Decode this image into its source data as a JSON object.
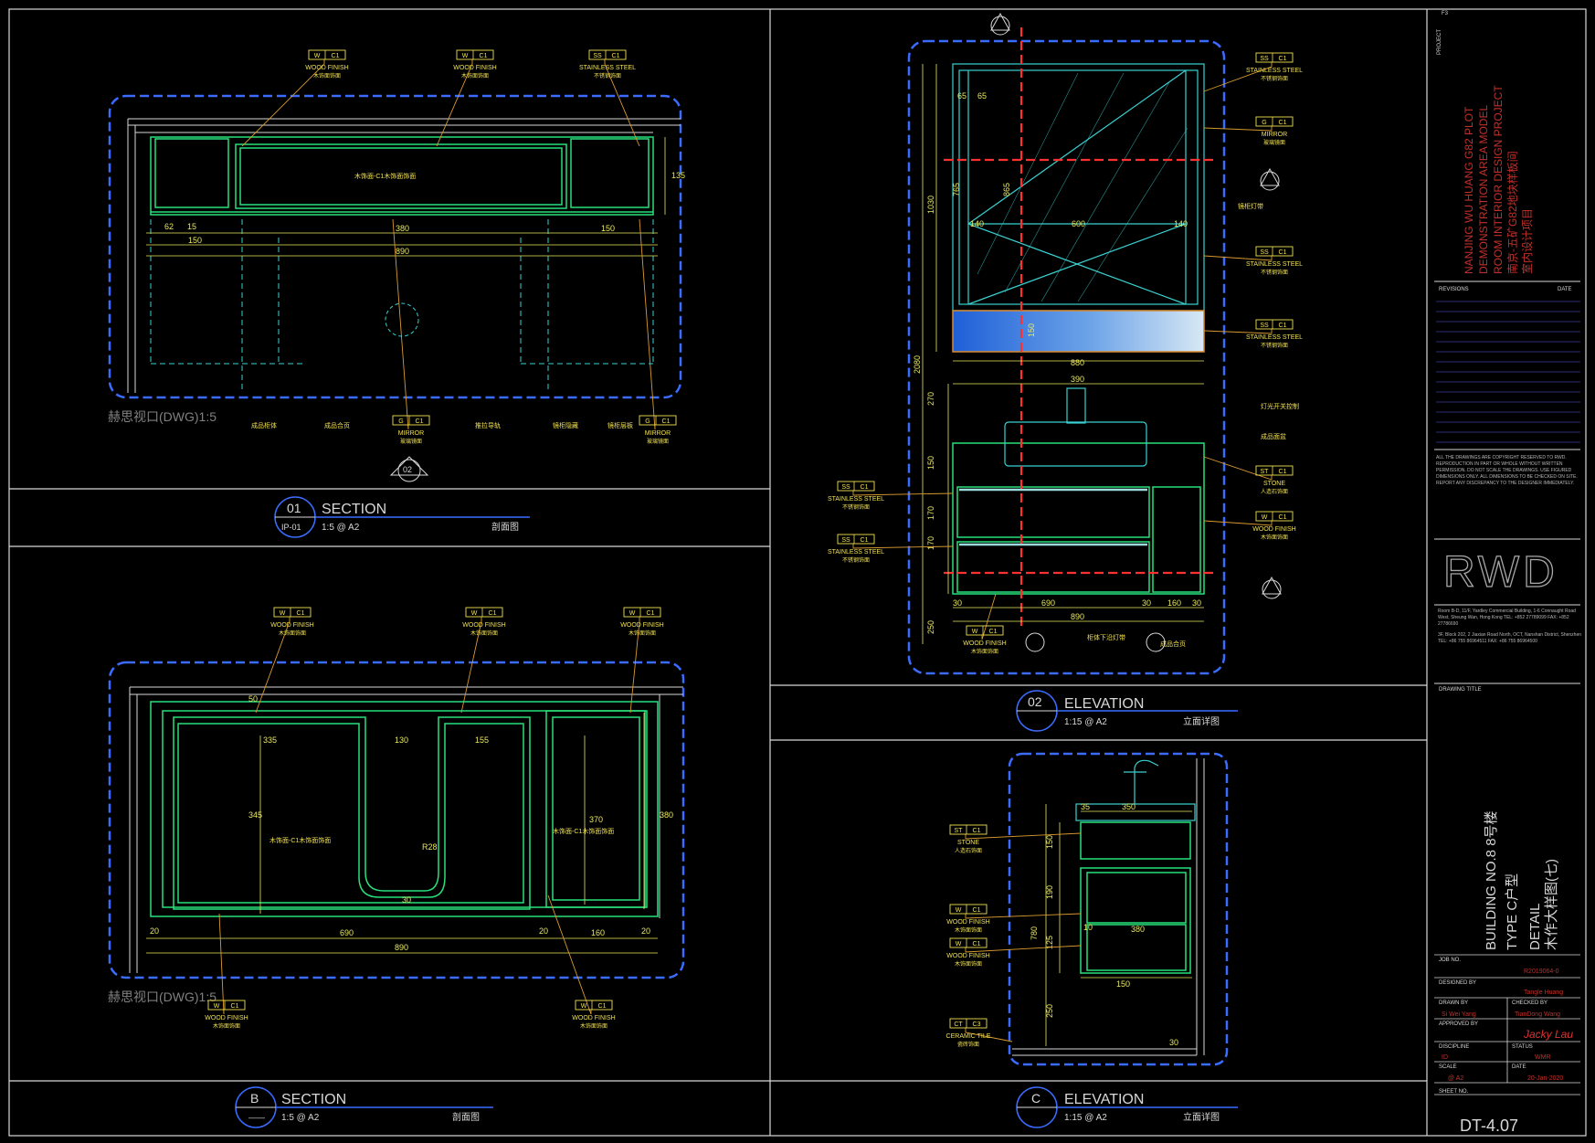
{
  "colors": {
    "background": "#000000",
    "frame": "#d8d8d8",
    "annotation": "#f0e050",
    "dimension": "#e8e860",
    "cabinet": "#29e07a",
    "outline": "#3b6cff",
    "cyan": "#3ad0d0",
    "section_line": "#ff3030",
    "title_red": "#c0302a"
  },
  "viewport_note": "赫思视口(DWG)1:5",
  "section_01": {
    "number": "01",
    "sheet": "IP-01",
    "title": "SECTION",
    "scale": "1:5 @ A2",
    "cn": "剖面图",
    "tags": [
      {
        "code": "W",
        "num": "C1",
        "label": "WOOD FINISH",
        "cn": "木饰面饰面"
      },
      {
        "code": "W",
        "num": "C1",
        "label": "WOOD FINISH",
        "cn": "木饰面饰面"
      },
      {
        "code": "SS",
        "num": "C1",
        "label": "STAINLESS STEEL",
        "cn": "不锈钢饰面"
      },
      {
        "code": "G",
        "num": "C1",
        "label": "MIRROR",
        "cn": "玻璃镜面"
      },
      {
        "code": "G",
        "num": "C1",
        "label": "MIRROR",
        "cn": "玻璃镜面"
      }
    ],
    "dims": [
      "62",
      "15",
      "150",
      "380",
      "150",
      "890",
      "135"
    ],
    "notes": [
      "木饰面-C1木饰面饰面",
      "成品柜体",
      "成品合页",
      "推拉导轨",
      "镜柜隐藏",
      "镜柜层板"
    ],
    "marker": "02"
  },
  "section_b": {
    "number": "B",
    "sheet": "——",
    "title": "SECTION",
    "scale": "1:5 @ A2",
    "cn": "剖面图",
    "tags": [
      {
        "code": "W",
        "num": "C1",
        "label": "WOOD FINISH",
        "cn": "木饰面饰面"
      },
      {
        "code": "W",
        "num": "C1",
        "label": "WOOD FINISH",
        "cn": "木饰面饰面"
      },
      {
        "code": "W",
        "num": "C1",
        "label": "WOOD FINISH",
        "cn": "木饰面饰面"
      },
      {
        "code": "W",
        "num": "C1",
        "label": "WOOD FINISH",
        "cn": "木饰面饰面"
      },
      {
        "code": "W",
        "num": "C1",
        "label": "WOOD FINISH",
        "cn": "木饰面饰面"
      }
    ],
    "dims": [
      "50",
      "335",
      "130",
      "155",
      "345",
      "370",
      "380",
      "R28",
      "30",
      "20",
      "690",
      "20",
      "160",
      "20",
      "890"
    ],
    "notes": [
      "木饰面-C1木饰面饰面",
      "木饰面-C1木饰面饰面"
    ]
  },
  "elevation_02": {
    "number": "02",
    "title": "ELEVATION",
    "scale": "1:15 @ A2",
    "cn": "立面详图",
    "tags": [
      {
        "code": "SS",
        "num": "C1",
        "label": "STAINLESS STEEL",
        "cn": "不锈钢饰面"
      },
      {
        "code": "G",
        "num": "C1",
        "label": "MIRROR",
        "cn": "玻璃镜面"
      },
      {
        "code": "SS",
        "num": "C1",
        "label": "STAINLESS STEEL",
        "cn": "不锈钢饰面"
      },
      {
        "code": "SS",
        "num": "C1",
        "label": "STAINLESS STEEL",
        "cn": "不锈钢饰面"
      },
      {
        "code": "ST",
        "num": "C1",
        "label": "STONE",
        "cn": "人造石饰面"
      },
      {
        "code": "W",
        "num": "C1",
        "label": "WOOD FINISH",
        "cn": "木饰面饰面"
      },
      {
        "code": "SS",
        "num": "C1",
        "label": "STAINLESS STEEL",
        "cn": "不锈钢饰面"
      },
      {
        "code": "SS",
        "num": "C1",
        "label": "STAINLESS STEEL",
        "cn": "不锈钢饰面"
      },
      {
        "code": "W",
        "num": "C1",
        "label": "WOOD FINISH",
        "cn": "木饰面饰面"
      }
    ],
    "dims": [
      "65",
      "65",
      "765",
      "865",
      "1030",
      "140",
      "600",
      "140",
      "150",
      "880",
      "390",
      "2080",
      "270",
      "150",
      "170",
      "170",
      "250",
      "30",
      "690",
      "30",
      "160",
      "30",
      "890"
    ],
    "notes": [
      "镜柜灯带",
      "灯光开关控制",
      "成品面盆",
      "柜体下沿灯带",
      "成品合页"
    ]
  },
  "elevation_c": {
    "number": "C",
    "title": "ELEVATION",
    "scale": "1:15 @ A2",
    "cn": "立面详图",
    "tags": [
      {
        "code": "ST",
        "num": "C1",
        "label": "STONE",
        "cn": "人造石饰面"
      },
      {
        "code": "W",
        "num": "C1",
        "label": "WOOD FINISH",
        "cn": "木饰面饰面"
      },
      {
        "code": "W",
        "num": "C1",
        "label": "WOOD FINISH",
        "cn": "木饰面饰面"
      },
      {
        "code": "CT",
        "num": "C3",
        "label": "CERAMIC TILE",
        "cn": "瓷砖饰面"
      }
    ],
    "dims": [
      "35",
      "350",
      "150",
      "190",
      "780",
      "125",
      "10",
      "380",
      "150",
      "250",
      "30"
    ]
  },
  "title_block": {
    "project_label": "PROJECT",
    "project_lines": [
      "NANJING WU HUANG G82 PLOT",
      "DEMONSTRATION AREA MODEL",
      "ROOM INTERIOR DESIGN PROJECT",
      "南京-五矿G82地块样板间",
      "室内设计项目"
    ],
    "revisions_label": "REVISIONS",
    "date_label": "DATE",
    "disclaimer": "ALL THE DRAWINGS ARE COPYRIGHT RESERVED TO RWD. REPRODUCTION IN PART OR WHOLE WITHOUT WRITTEN PERMISSION. DO NOT SCALE THE DRAWINGS. USE FIGURED DIMENSIONS ONLY. ALL DIMENSIONS TO BE CHECKED ON SITE. REPORT ANY DISCREPANCY TO THE DESIGNER IMMEDIATELY.",
    "logo": "RWD",
    "address_hk": "Room B-D, 11/F, Yardley Commercial Building, 1-6 Connaught Road West, Sheung Wan, Hong Kong  TEL: +852 27789099  FAX: +852 27786690",
    "address_sz": "3F, Block 202, 2 Jiaxian Road North, OCT, Nanshan District, Shenzhen  TEL: +86 755 86964511  FAX: +86 755 86964500",
    "drawing_title_label": "DRAWING TITLE",
    "building": "BUILDING NO.8 8号楼",
    "type": "TYPE  C户型",
    "detail": "DETAIL",
    "detail_cn": "木作大样图(七)",
    "job_no_label": "JOB NO.",
    "job_no": "R2019064-0",
    "designed_by_label": "DESIGNED BY",
    "designed_by": "Tangle Huang",
    "drawn_by_label": "DRAWN BY",
    "drawn_by": "Si Wei Yang",
    "checked_by_label": "CHECKED BY",
    "checked_by": "TianDong Wang",
    "approved_by_label": "APPROVED BY",
    "approved_by": "Jacky Lau",
    "discipline_label": "DISCIPLINE",
    "discipline": "ID",
    "status_label": "STATUS",
    "status": "WMR",
    "scale_label": "SCALE",
    "scale": "@ A2",
    "date2_label": "DATE",
    "date": "20-Jan-2020",
    "sheet_no_label": "SHEET NO.",
    "sheet_no": "DT-4.07",
    "corner": "F3"
  }
}
